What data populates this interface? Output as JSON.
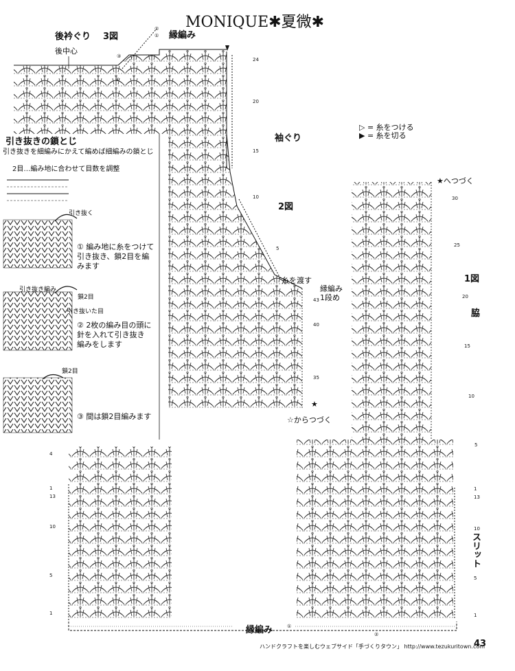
{
  "header": {
    "title": "MONIQUE✱夏微✱"
  },
  "fig3": {
    "title": "後衿ぐり",
    "number": "3図",
    "back_center": "後中心",
    "edging": "縁編み",
    "row_labels": [
      "24",
      "20",
      "15",
      "10"
    ],
    "markers": [
      "②",
      "①",
      "③",
      "④"
    ]
  },
  "fig2": {
    "number": "2図",
    "armhole": "袖ぐり",
    "pass_yarn": "糸を渡す",
    "edging_row1": "縁編み\n1段め",
    "continue_from": "☆からつづく",
    "row_labels": [
      "5",
      "43",
      "40",
      "35"
    ],
    "star": "★"
  },
  "fig1": {
    "number": "1図",
    "side": "脇",
    "continue_to": "★へつづく",
    "row_labels": [
      "30",
      "25",
      "20",
      "15",
      "10",
      "5"
    ],
    "slit": "スリット",
    "edging": "縁編み",
    "left_rows": [
      "4",
      "1",
      "13",
      "10",
      "5",
      "1"
    ],
    "right_rows": [
      "1",
      "13",
      "10",
      "5",
      "1"
    ],
    "bottom_markers": [
      "①",
      "②"
    ]
  },
  "legend": {
    "attach": "▷ = 糸をつける",
    "cut": "▶ = 糸を切る"
  },
  "technique": {
    "title": "引き抜きの鎖とじ",
    "subtitle": "引き抜きを細編みにかえて編めば細編みの鎖とじ",
    "note": "2目…編み地に合わせて目数を調整",
    "pull_label": "引き抜く",
    "step1": "① 編み地に糸をつけて\n引き抜き、鎖2目を編\nみます",
    "slip_label": "引き抜き編み",
    "chain2": "鎖2目",
    "pulled": "引き抜いた目",
    "step2": "② 2枚の編み目の頭に\n針を入れて引き抜き\n編みをします",
    "chain2b": "鎖2目",
    "step3": "③ 間は鎖2目編みます"
  },
  "footer": {
    "credit": "ハンドクラフトを楽しむウェブサイド「手づくりタウン」 http://www.tezukuritown.com",
    "page": "43"
  }
}
